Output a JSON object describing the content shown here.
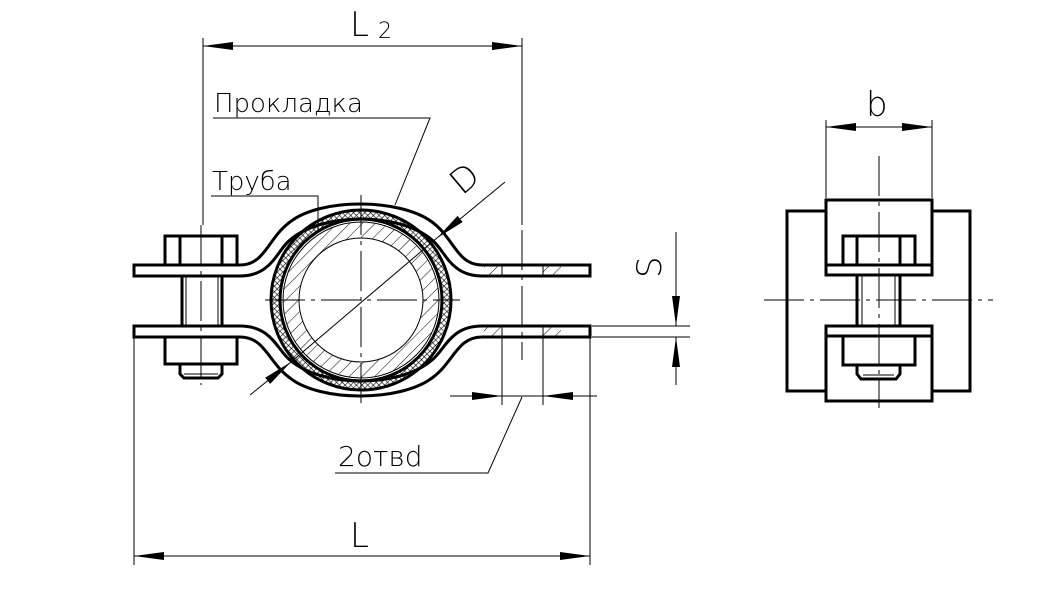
{
  "drawing": {
    "labels": {
      "l2": "L",
      "l2_sub": "2",
      "gasket": "Прокладка",
      "pipe": "Труба",
      "diameter": "D",
      "thickness": "S",
      "holes": "2отвd",
      "length": "L",
      "width": "b"
    },
    "line_color": "#000000",
    "background": "#ffffff"
  }
}
